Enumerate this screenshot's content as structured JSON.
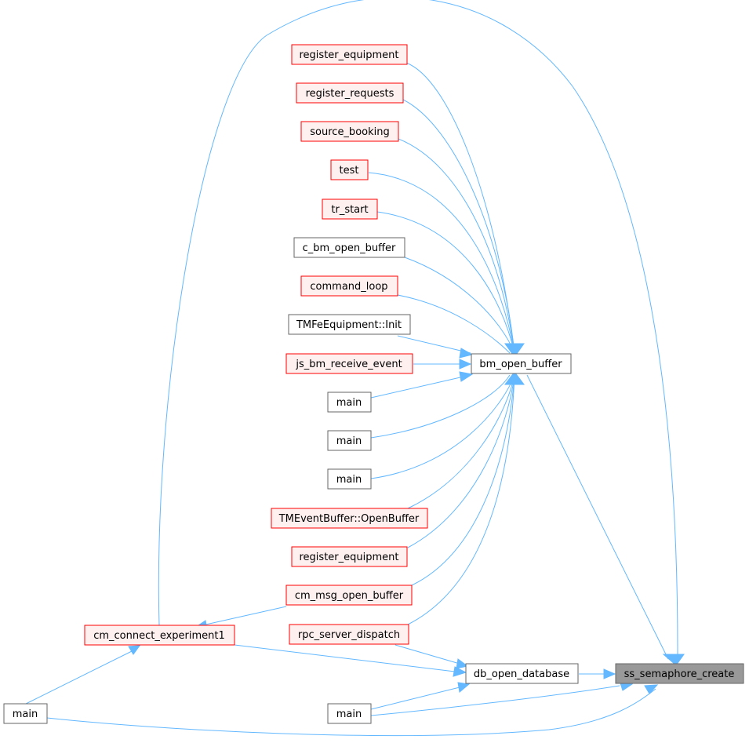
{
  "colors": {
    "edge": "#63b8ff",
    "red_node_border": "#ff0000",
    "red_node_fill": "#fff0f0",
    "plain_node_border": "#666666",
    "target_node_fill": "#999999"
  },
  "nodes": {
    "ss_semaphore_create": "ss_semaphore_create",
    "bm_open_buffer": "bm_open_buffer",
    "db_open_database": "db_open_database",
    "register_equipment_1": "register_equipment",
    "register_requests": "register_requests",
    "source_booking": "source_booking",
    "test": "test",
    "tr_start": "tr_start",
    "c_bm_open_buffer": "c_bm_open_buffer",
    "command_loop": "command_loop",
    "tmfe_init": "TMFeEquipment::Init",
    "js_bm_receive_event": "js_bm_receive_event",
    "main_1": "main",
    "main_2": "main",
    "main_3": "main",
    "tmeventbuffer_openbuffer": "TMEventBuffer::OpenBuffer",
    "register_equipment_2": "register_equipment",
    "cm_msg_open_buffer": "cm_msg_open_buffer",
    "rpc_server_dispatch": "rpc_server_dispatch",
    "cm_connect_experiment1": "cm_connect_experiment1",
    "main_left": "main",
    "main_bottom": "main"
  }
}
